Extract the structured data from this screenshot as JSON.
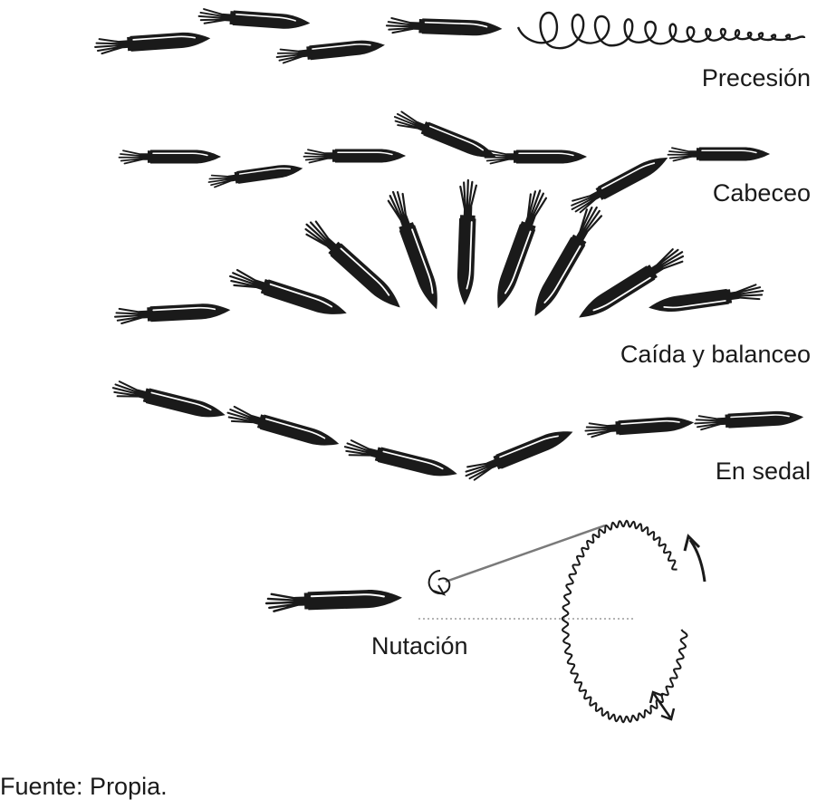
{
  "labels": {
    "precesion": "Precesión",
    "cabeceo": "Cabeceo",
    "caida": "Caída y balanceo",
    "sedal": "En sedal",
    "nutacion": "Nutación"
  },
  "source_note": "Fuente: Propia.",
  "colors": {
    "ink": "#1a1a1a",
    "highlight": "#ffffff",
    "guide": "#7a7a7a"
  }
}
